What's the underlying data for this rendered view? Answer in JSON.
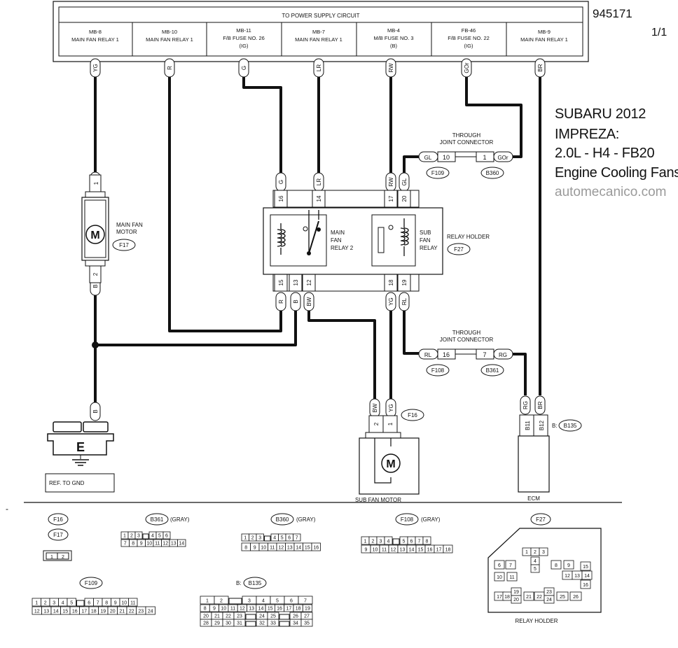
{
  "header": {
    "diagram_number": "945171",
    "page": "1/1",
    "power_supply": "TO POWER SUPPLY CIRCUIT"
  },
  "vehicle": {
    "make_year": "SUBARU 2012",
    "model": "IMPREZA:",
    "engine": "2.0L - H4 - FB20",
    "system": "Engine Cooling Fans"
  },
  "watermark": "automecanico.com",
  "sources": [
    {
      "line1": "MB-8",
      "line2": "MAIN FAN RELAY 1",
      "line3": "",
      "wire": "YG"
    },
    {
      "line1": "MB-10",
      "line2": "MAIN FAN RELAY 1",
      "line3": "",
      "wire": "R"
    },
    {
      "line1": "MB-11",
      "line2": "F/B FUSE NO. 26",
      "line3": "(IG)",
      "wire": "G"
    },
    {
      "line1": "MB-7",
      "line2": "MAIN FAN RELAY 1",
      "line3": "",
      "wire": "LR"
    },
    {
      "line1": "MB-4",
      "line2": "M/B FUSE NO. 3",
      "line3": "(B)",
      "wire": "RW"
    },
    {
      "line1": "FB-46",
      "line2": "F/B FUSE NO. 22",
      "line3": "(IG)",
      "wire": "GOr"
    },
    {
      "line1": "MB-9",
      "line2": "MAIN FAN RELAY 1",
      "line3": "",
      "wire": "BR"
    }
  ],
  "main_fan_motor": {
    "label1": "MAIN FAN",
    "label2": "MOTOR",
    "connector": "F17",
    "pin_top": "1",
    "pin_bottom": "2",
    "wire_top": "YG",
    "wire_bottom": "B",
    "motor_symbol": "M"
  },
  "ground": {
    "wire": "B",
    "symbol": "E",
    "label": "REF. TO GND"
  },
  "relay_holder": {
    "label": "RELAY HOLDER",
    "connector": "F27",
    "main_relay": [
      "MAIN",
      "FAN",
      "RELAY 2"
    ],
    "sub_relay": [
      "SUB",
      "FAN",
      "RELAY"
    ],
    "top_pins": [
      {
        "pin": "16",
        "wire": "G"
      },
      {
        "pin": "14",
        "wire": "LR"
      },
      {
        "pin": "17",
        "wire": "RW"
      },
      {
        "pin": "20",
        "wire": "GL"
      }
    ],
    "bottom_pins": [
      {
        "pin": "15",
        "wire": "R"
      },
      {
        "pin": "13",
        "wire": "B"
      },
      {
        "pin": "12",
        "wire": "BW"
      },
      {
        "pin": "18",
        "wire": "YG"
      },
      {
        "pin": "19",
        "wire": "RL"
      }
    ]
  },
  "joint_top": {
    "title1": "THROUGH",
    "title2": "JOINT CONNECTOR",
    "left_wire": "GL",
    "left_pin": "10",
    "right_pin": "1",
    "right_wire": "GOr",
    "left_conn": "F109",
    "right_conn": "B360"
  },
  "joint_bottom": {
    "title1": "THROUGH",
    "title2": "JOINT CONNECTOR",
    "left_wire": "RL",
    "left_pin": "16",
    "right_pin": "7",
    "right_wire": "RG",
    "left_conn": "F108",
    "right_conn": "B361"
  },
  "sub_fan_motor": {
    "label": "SUB FAN MOTOR",
    "connector": "F16",
    "pin_left": "2",
    "pin_right": "1",
    "wire_left": "BW",
    "wire_right": "YG",
    "motor_symbol": "M"
  },
  "ecm": {
    "label": "ECM",
    "connector_prefix": "B:",
    "connector": "B135",
    "pins": [
      {
        "pin": "B11",
        "wire": "RG"
      },
      {
        "pin": "B12",
        "wire": "BR"
      }
    ]
  },
  "legend": {
    "dash": "-",
    "f16": "F16",
    "f17": "F17",
    "f17_pins": [
      "1",
      "2"
    ],
    "b361": {
      "name": "B361",
      "note": "(GRAY)",
      "row1": [
        "1",
        "2",
        "3",
        "",
        "4",
        "5",
        "6"
      ],
      "row2": [
        "7",
        "8",
        "9",
        "10",
        "11",
        "12",
        "13",
        "14"
      ]
    },
    "b360": {
      "name": "B360",
      "note": "(GRAY)",
      "row1": [
        "1",
        "2",
        "3",
        "",
        "4",
        "5",
        "6",
        "7"
      ],
      "row2": [
        "8",
        "9",
        "10",
        "11",
        "12",
        "13",
        "14",
        "15",
        "16"
      ]
    },
    "f108": {
      "name": "F108",
      "note": "(GRAY)",
      "row1": [
        "1",
        "2",
        "3",
        "4",
        "",
        "5",
        "6",
        "7",
        "8"
      ],
      "row2": [
        "9",
        "10",
        "11",
        "12",
        "13",
        "14",
        "15",
        "16",
        "17",
        "18"
      ]
    },
    "f27": {
      "name": "F27",
      "label": "RELAY HOLDER",
      "cells": [
        "1",
        "2",
        "3",
        "4",
        "5",
        "6",
        "7",
        "8",
        "9",
        "15",
        "10",
        "11",
        "12",
        "13",
        "14",
        "16",
        "17",
        "18",
        "19",
        "20",
        "21",
        "22",
        "23",
        "24",
        "25",
        "26"
      ]
    },
    "f109": {
      "name": "F109",
      "row1": [
        "1",
        "2",
        "3",
        "4",
        "5",
        "",
        "6",
        "7",
        "8",
        "9",
        "10",
        "11"
      ],
      "row2": [
        "12",
        "13",
        "14",
        "15",
        "16",
        "17",
        "18",
        "19",
        "20",
        "21",
        "22",
        "23",
        "24"
      ]
    },
    "b135": {
      "prefix": "B:",
      "name": "B135",
      "row1": [
        "1",
        "2",
        "",
        "3",
        "4",
        "5",
        "6",
        "7"
      ],
      "row2": [
        "8",
        "9",
        "10",
        "11",
        "12",
        "13",
        "14",
        "15",
        "16",
        "17",
        "18",
        "19"
      ],
      "row3": [
        "20",
        "21",
        "22",
        "23",
        "",
        "24",
        "25",
        "",
        "26",
        "27"
      ],
      "row4": [
        "28",
        "29",
        "30",
        "31",
        "",
        "32",
        "33",
        "",
        "34",
        "35"
      ]
    }
  }
}
